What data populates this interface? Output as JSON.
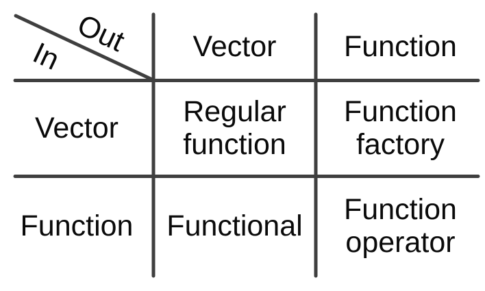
{
  "matrix": {
    "corner": {
      "out_label": "Out",
      "in_label": "In"
    },
    "col_headers": [
      "Vector",
      "Function"
    ],
    "row_headers": [
      "Vector",
      "Function"
    ],
    "cells": [
      [
        "Regular function",
        "Function factory"
      ],
      [
        "Functional",
        "Function operator"
      ]
    ]
  },
  "colors": {
    "line": "#3f3f3f",
    "text": "#0a0a0a",
    "background": "#ffffff"
  }
}
